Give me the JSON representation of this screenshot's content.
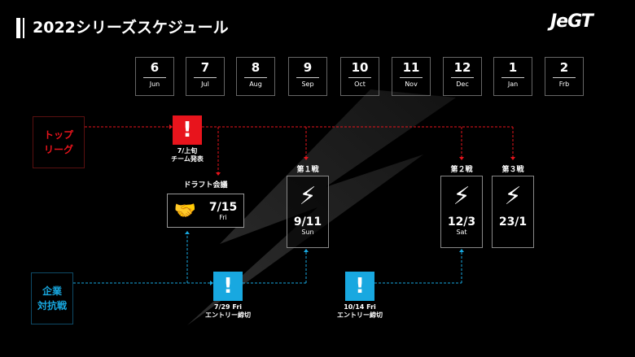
{
  "title": "2022シリーズスケジュール",
  "logo": "JeGT",
  "months": [
    {
      "num": "6",
      "name": "Jun"
    },
    {
      "num": "7",
      "name": "Jul"
    },
    {
      "num": "8",
      "name": "Aug"
    },
    {
      "num": "9",
      "name": "Sep"
    },
    {
      "num": "10",
      "name": "Oct"
    },
    {
      "num": "11",
      "name": "Nov"
    },
    {
      "num": "12",
      "name": "Dec"
    },
    {
      "num": "1",
      "name": "Jan"
    },
    {
      "num": "2",
      "name": "Frb"
    }
  ],
  "tracks": {
    "top": {
      "line1": "トップ",
      "line2": "リーグ",
      "color": "#e8141c"
    },
    "corp": {
      "line1": "企業",
      "line2": "対抗戦",
      "color": "#18a8e0"
    }
  },
  "events": {
    "team_announce": {
      "icon": "!",
      "date": "7/上旬",
      "label": "チーム発表"
    },
    "draft": {
      "title": "ドラフト会議",
      "date": "7/15",
      "weekday": "Fri"
    },
    "entry1": {
      "icon": "!",
      "date": "7/29 Fri",
      "label": "エントリー締切"
    },
    "entry2": {
      "icon": "!",
      "date": "10/14 Fri",
      "label": "エントリー締切"
    }
  },
  "games": [
    {
      "title": "第１戦",
      "icon": "⚡",
      "date": "9/11",
      "weekday": "Sun"
    },
    {
      "title": "第２戦",
      "icon": "⚡",
      "date": "12/3",
      "weekday": "Sat"
    },
    {
      "title": "第３戦",
      "icon": "⚡",
      "date": "23/1",
      "weekday": ""
    }
  ]
}
